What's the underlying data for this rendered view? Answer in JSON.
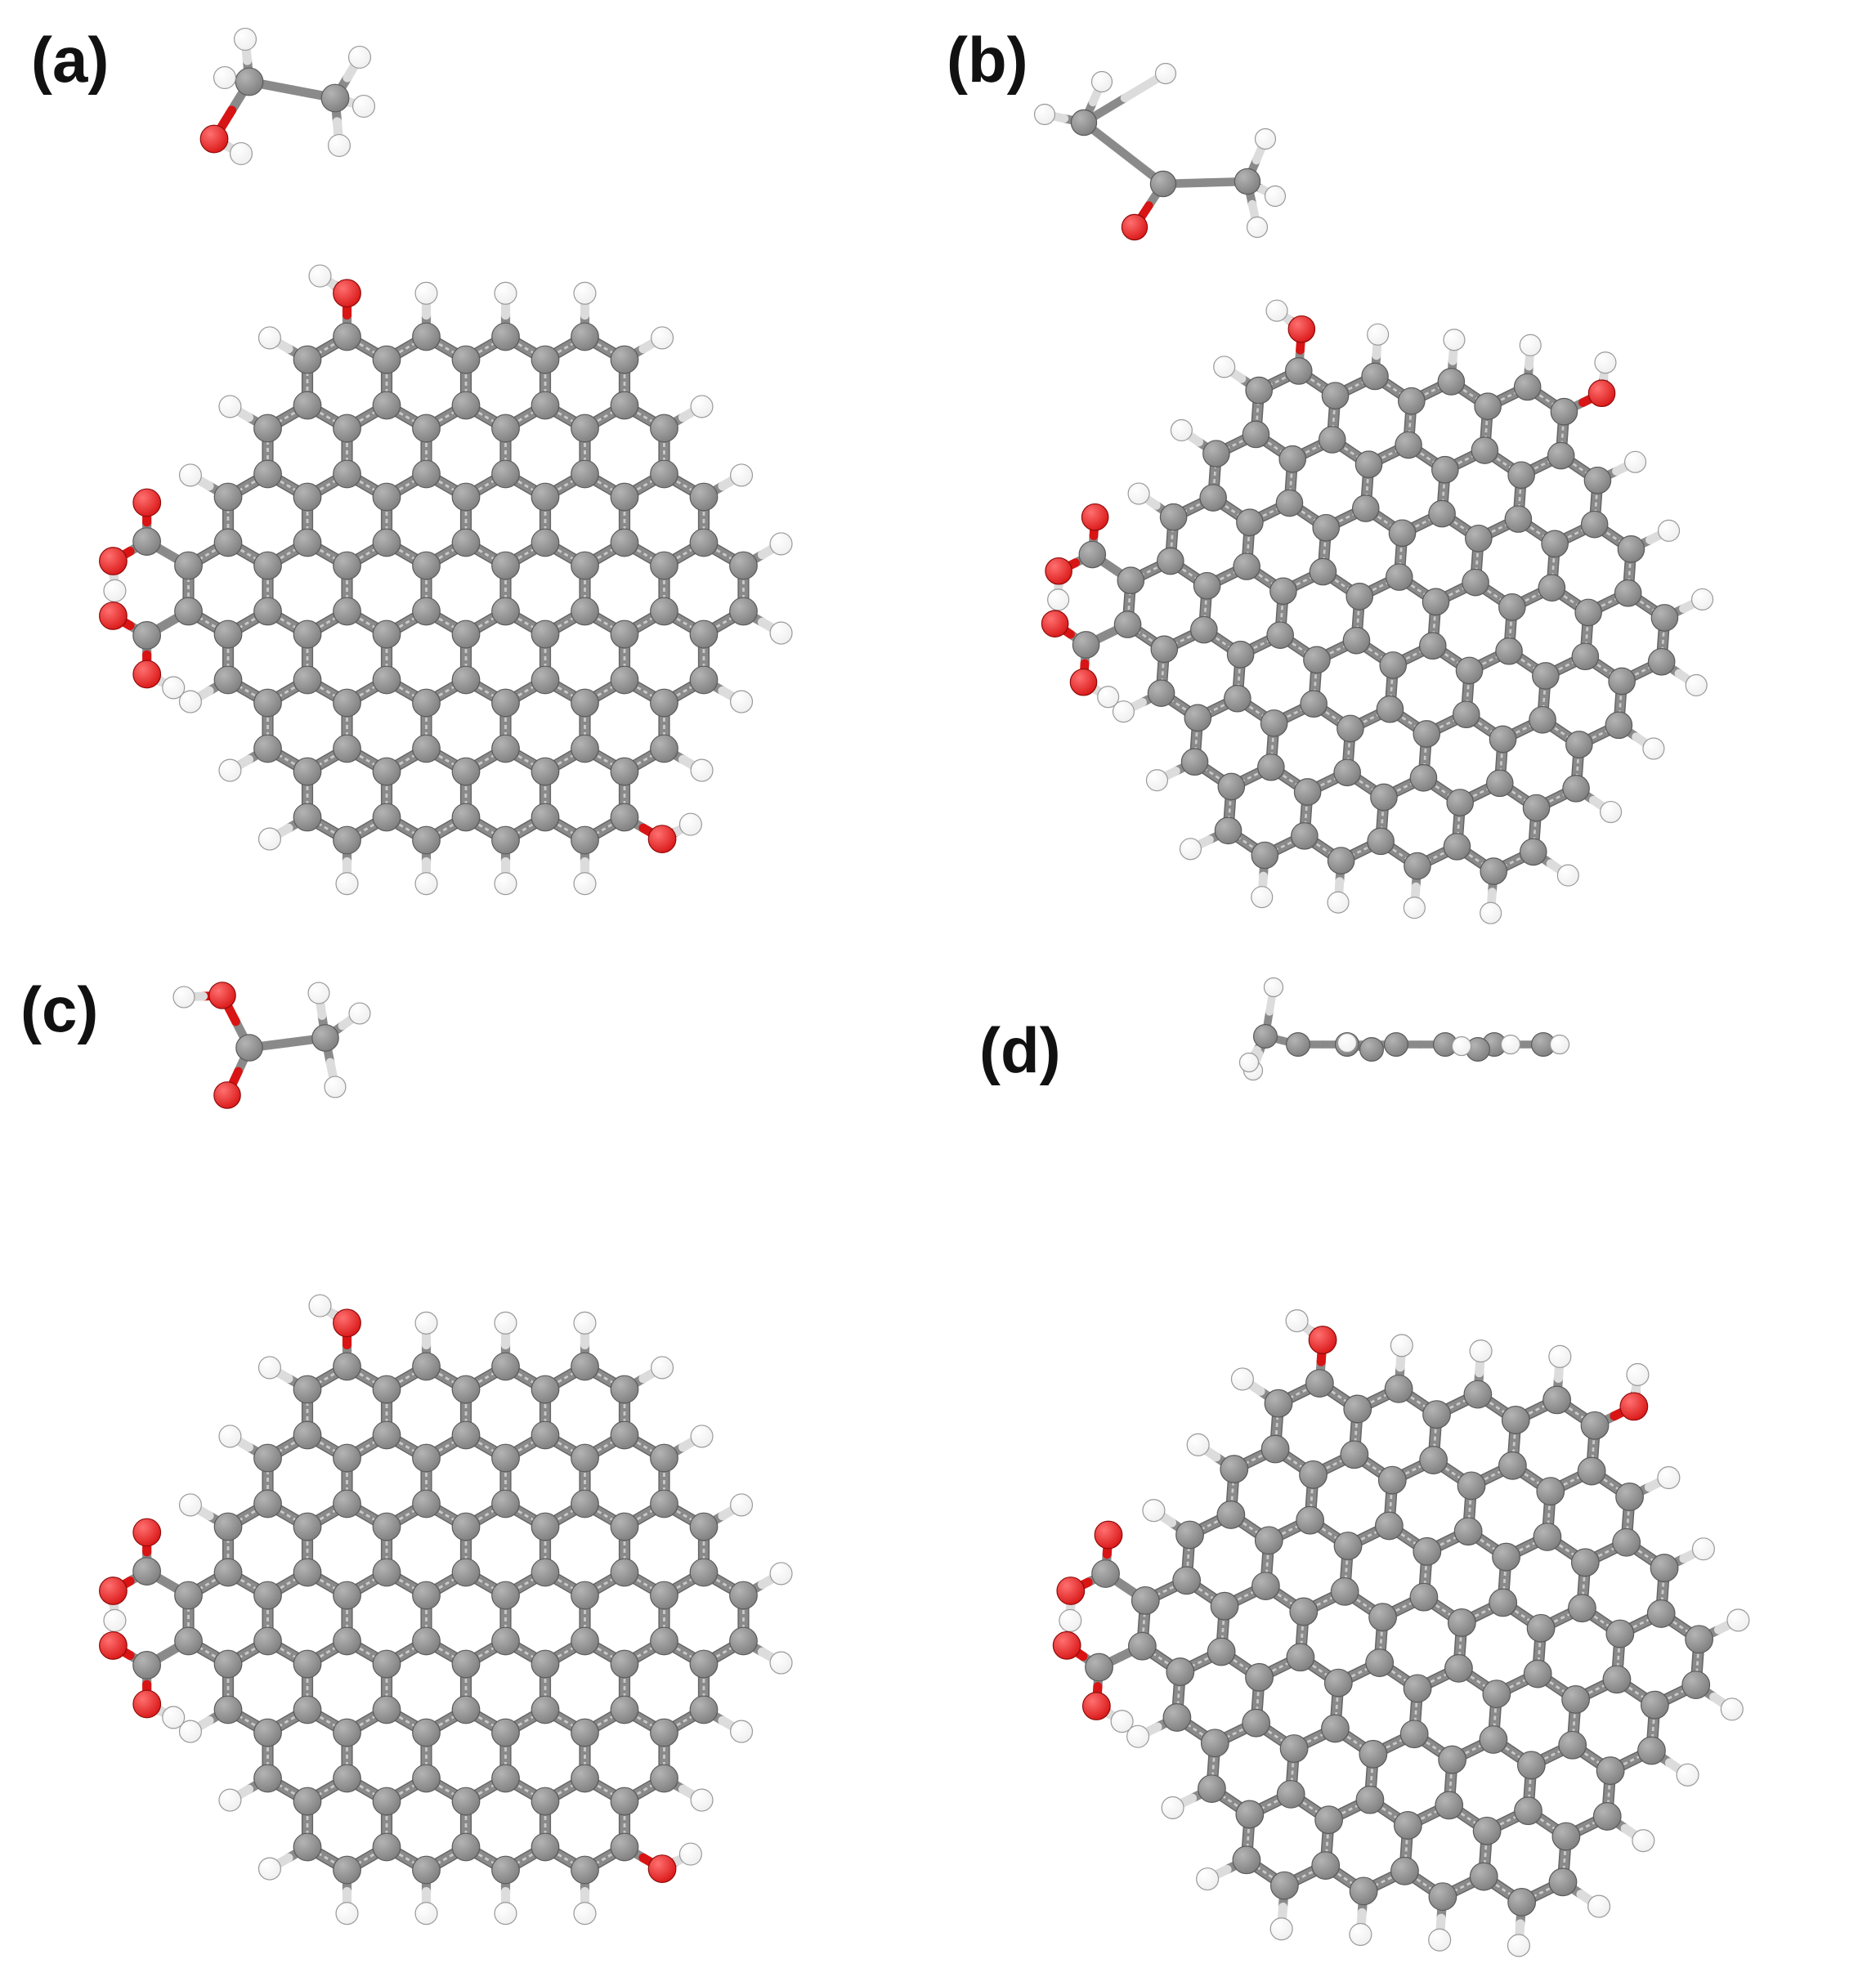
{
  "panels": [
    {
      "id": "a",
      "label": "(a)",
      "adsorbate": "ethanol"
    },
    {
      "id": "b",
      "label": "(b)",
      "adsorbate": "acetone"
    },
    {
      "id": "c",
      "label": "(c)",
      "adsorbate": "acetic-acid"
    },
    {
      "id": "d",
      "label": "(d)",
      "adsorbate": "toluene"
    }
  ],
  "colors": {
    "carbon": "#7d7d7d",
    "carbon_highlight": "#b4b4b4",
    "oxygen": "#d81414",
    "oxygen_highlight": "#ff7070",
    "hydrogen": "#eeeeee",
    "hydrogen_highlight": "#ffffff",
    "bond_carbon": "#8a8a8a",
    "bond_oxygen": "#d81414",
    "bond_hydrogen": "#dcdcdc",
    "background": "#ffffff"
  }
}
